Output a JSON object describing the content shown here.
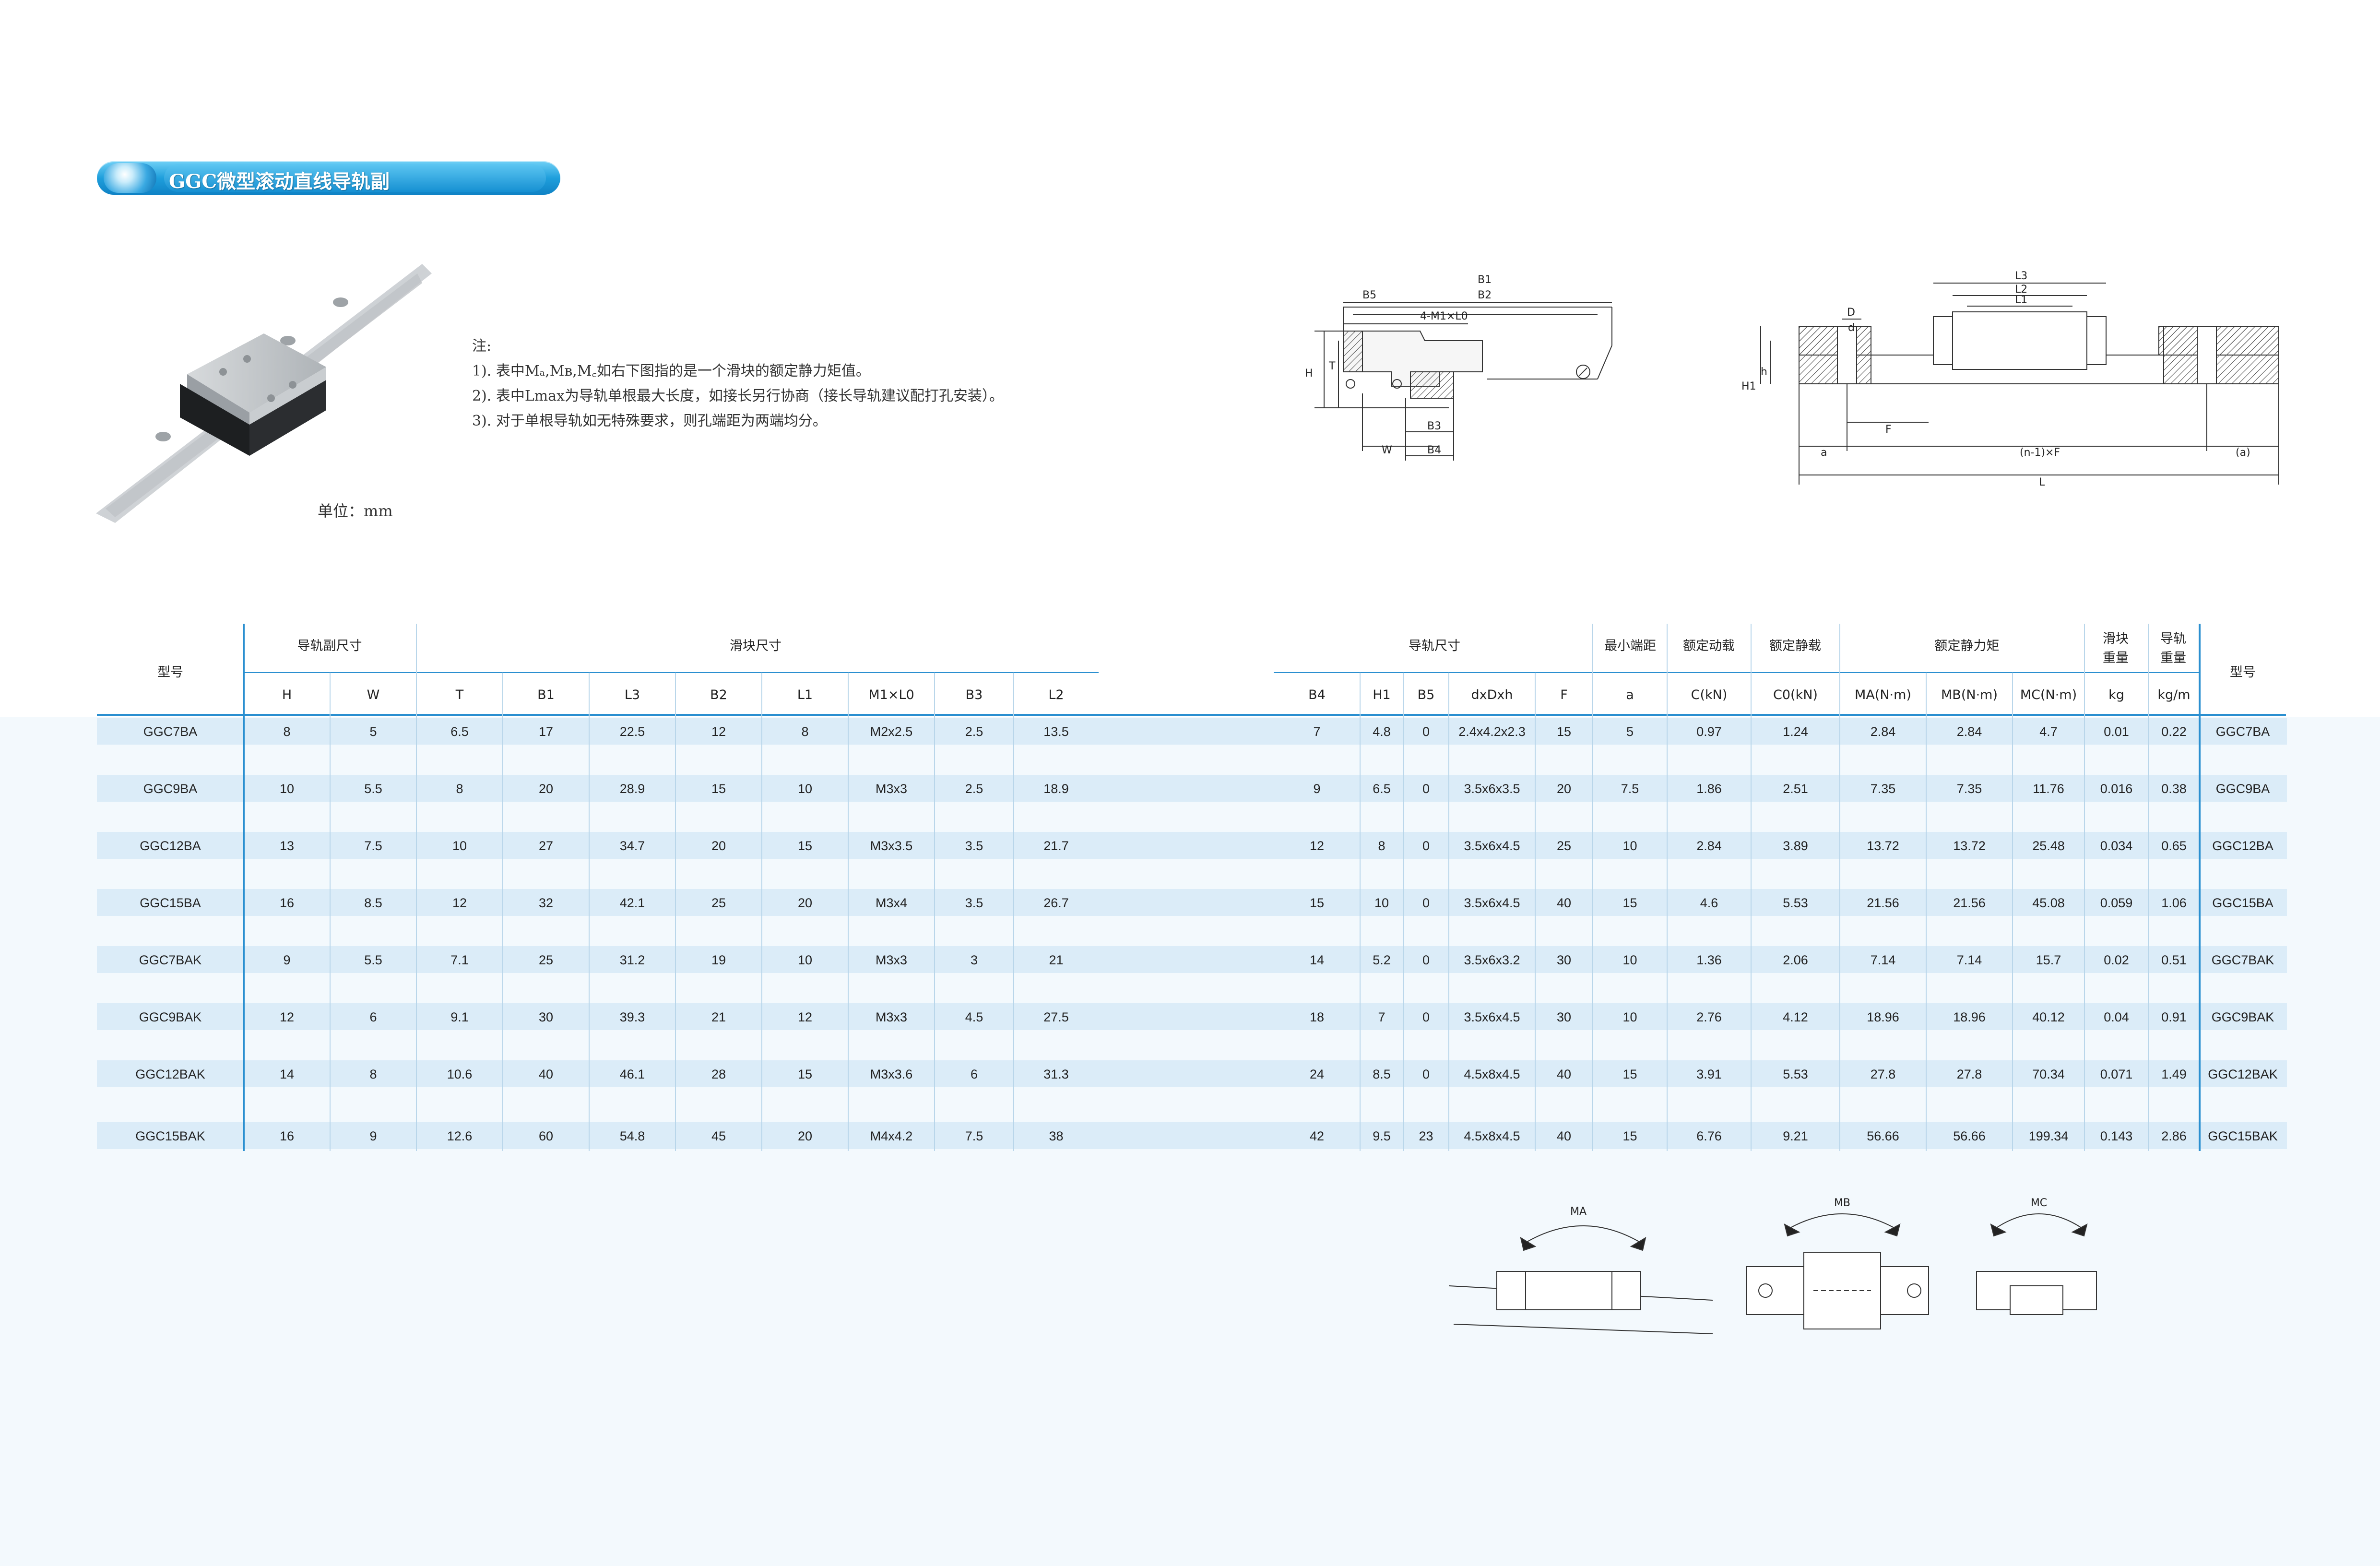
{
  "title": "GGC微型滚动直线导轨副",
  "notes": {
    "heading": "注:",
    "line1": "1). 表中Mₐ,Mʙ,M꜀如右下图指的是一个滑块的额定静力矩值。",
    "line2": "2). 表中Lmax为导轨单根最大长度，如接长另行协商（接长导轨建议配打孔安装）。",
    "line3": "3). 对于单根导轨如无特殊要求，则孔端距为两端均分。"
  },
  "unit": "单位：mm",
  "colors": {
    "accent": "#1f9fdc",
    "row_band": "#dbecf8",
    "rule": "#2a8fd0",
    "lower_bg": "#f3f9fd"
  },
  "drawing1": {
    "labels": [
      "B1",
      "B2",
      "B5",
      "4-M1×L0",
      "H",
      "T",
      "W",
      "B3",
      "B4"
    ]
  },
  "drawing2": {
    "labels": [
      "L3",
      "L2",
      "L1",
      "D",
      "d",
      "h",
      "H1",
      "F",
      "a",
      "(n-1)×F",
      "(a)",
      "L"
    ]
  },
  "moments": {
    "labels": [
      "MA",
      "MB",
      "MC"
    ]
  },
  "table": {
    "group_headers": {
      "model": "型号",
      "rail_pair": "导轨副尺寸",
      "block": "滑块尺寸",
      "rail": "导轨尺寸",
      "min_end": "最小端距",
      "dyn": "额定动载",
      "stat": "额定静载",
      "moment": "额定静力矩",
      "block_w1": "滑块",
      "block_w2": "重量",
      "rail_w1": "导轨",
      "rail_w2": "重量",
      "model_r": "型号"
    },
    "left_columns": [
      "H",
      "W",
      "T",
      "B1",
      "L3",
      "B2",
      "L1",
      "M1×L0",
      "B3",
      "L2"
    ],
    "right_columns": [
      "B4",
      "H1",
      "B5",
      "dxDxh",
      "F",
      "a",
      "C(kN)",
      "C0(kN)",
      "MA(N·m)",
      "MB(N·m)",
      "MC(N·m)",
      "kg",
      "kg/m"
    ],
    "rows": [
      [
        "GGC7BA",
        "8",
        "5",
        "6.5",
        "17",
        "22.5",
        "12",
        "8",
        "M2x2.5",
        "2.5",
        "13.5",
        "7",
        "4.8",
        "0",
        "2.4x4.2x2.3",
        "15",
        "5",
        "0.97",
        "1.24",
        "2.84",
        "2.84",
        "4.7",
        "0.01",
        "0.22",
        "GGC7BA"
      ],
      [
        "GGC9BA",
        "10",
        "5.5",
        "8",
        "20",
        "28.9",
        "15",
        "10",
        "M3x3",
        "2.5",
        "18.9",
        "9",
        "6.5",
        "0",
        "3.5x6x3.5",
        "20",
        "7.5",
        "1.86",
        "2.51",
        "7.35",
        "7.35",
        "11.76",
        "0.016",
        "0.38",
        "GGC9BA"
      ],
      [
        "GGC12BA",
        "13",
        "7.5",
        "10",
        "27",
        "34.7",
        "20",
        "15",
        "M3x3.5",
        "3.5",
        "21.7",
        "12",
        "8",
        "0",
        "3.5x6x4.5",
        "25",
        "10",
        "2.84",
        "3.89",
        "13.72",
        "13.72",
        "25.48",
        "0.034",
        "0.65",
        "GGC12BA"
      ],
      [
        "GGC15BA",
        "16",
        "8.5",
        "12",
        "32",
        "42.1",
        "25",
        "20",
        "M3x4",
        "3.5",
        "26.7",
        "15",
        "10",
        "0",
        "3.5x6x4.5",
        "40",
        "15",
        "4.6",
        "5.53",
        "21.56",
        "21.56",
        "45.08",
        "0.059",
        "1.06",
        "GGC15BA"
      ],
      [
        "GGC7BAK",
        "9",
        "5.5",
        "7.1",
        "25",
        "31.2",
        "19",
        "10",
        "M3x3",
        "3",
        "21",
        "14",
        "5.2",
        "0",
        "3.5x6x3.2",
        "30",
        "10",
        "1.36",
        "2.06",
        "7.14",
        "7.14",
        "15.7",
        "0.02",
        "0.51",
        "GGC7BAK"
      ],
      [
        "GGC9BAK",
        "12",
        "6",
        "9.1",
        "30",
        "39.3",
        "21",
        "12",
        "M3x3",
        "4.5",
        "27.5",
        "18",
        "7",
        "0",
        "3.5x6x4.5",
        "30",
        "10",
        "2.76",
        "4.12",
        "18.96",
        "18.96",
        "40.12",
        "0.04",
        "0.91",
        "GGC9BAK"
      ],
      [
        "GGC12BAK",
        "14",
        "8",
        "10.6",
        "40",
        "46.1",
        "28",
        "15",
        "M3x3.6",
        "6",
        "31.3",
        "24",
        "8.5",
        "0",
        "4.5x8x4.5",
        "40",
        "15",
        "3.91",
        "5.53",
        "27.8",
        "27.8",
        "70.34",
        "0.071",
        "1.49",
        "GGC12BAK"
      ],
      [
        "GGC15BAK",
        "16",
        "9",
        "12.6",
        "60",
        "54.8",
        "45",
        "20",
        "M4x4.2",
        "7.5",
        "38",
        "42",
        "9.5",
        "23",
        "4.5x8x4.5",
        "40",
        "15",
        "6.76",
        "9.21",
        "56.66",
        "56.66",
        "199.34",
        "0.143",
        "2.86",
        "GGC15BAK"
      ]
    ]
  }
}
